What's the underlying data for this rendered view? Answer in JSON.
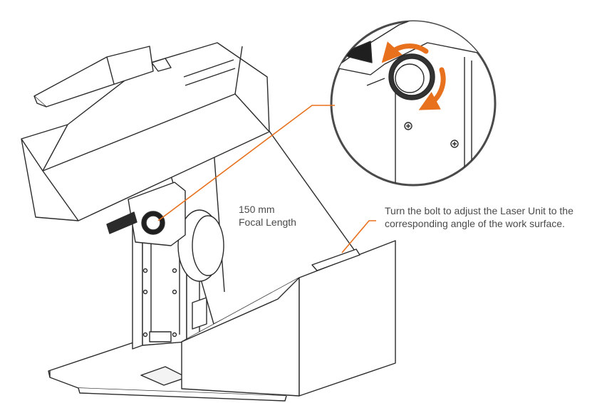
{
  "focal_label": {
    "line1": "150 mm",
    "line2": "Focal Length"
  },
  "bolt_callout": {
    "line1": "Turn the bolt to adjust the Laser Unit to the",
    "line2": "corresponding angle of the work surface."
  },
  "colors": {
    "accent": "#e8711e",
    "stroke": "#2b2b2b",
    "fill": "#ffffff"
  },
  "icons": [
    "rotate-arrow-icon",
    "knurled-knob-icon",
    "screw-icon"
  ]
}
